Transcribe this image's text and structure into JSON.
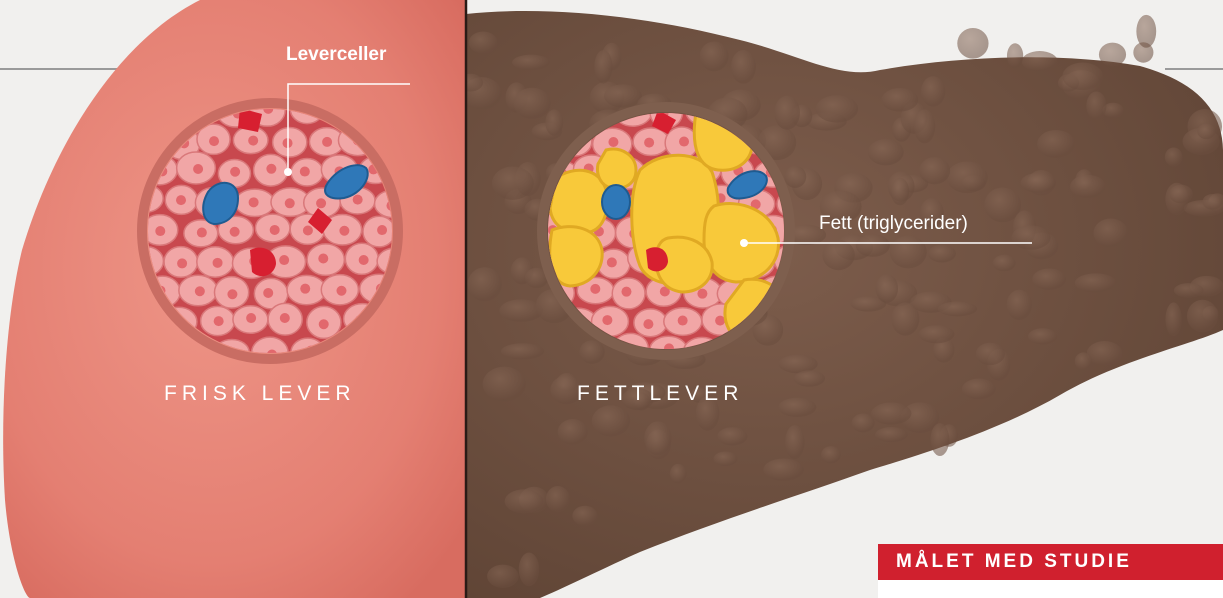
{
  "labels": {
    "healthy_title": "FRISK LEVER",
    "fatty_title": "FETTLEVER",
    "hepatocytes_callout": "Leverceller",
    "fat_callout": "Fett (triglycerider)"
  },
  "study_box": {
    "header": "MÅLET MED STUDIE"
  },
  "colors": {
    "background": "#f1f0ee",
    "healthy_liver": "#e47f72",
    "fatty_liver": "#735443",
    "cell_pink": "#f1a6a6",
    "cell_nucleus": "#e2686d",
    "vessel_red": "#d71f30",
    "vessel_blue": "#2f78b8",
    "fat_yellow": "#f8c93a",
    "accent_red": "#d0202e"
  },
  "icons": [
    "liver-illustration",
    "magnified-cell-view-healthy",
    "magnified-cell-view-fatty"
  ]
}
